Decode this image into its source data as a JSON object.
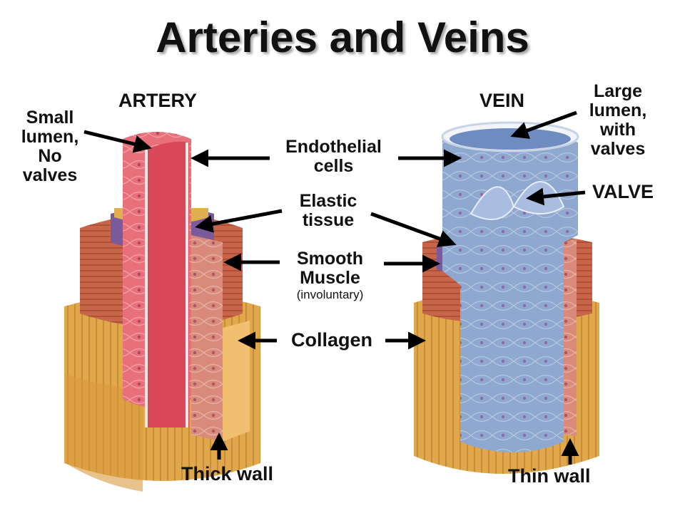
{
  "title": "Arteries and Veins",
  "labels": {
    "artery": "ARTERY",
    "vein": "VEIN",
    "small_lumen": [
      "Small",
      "lumen,",
      "No",
      "valves"
    ],
    "large_lumen": [
      "Large",
      "lumen,",
      "with",
      "valves"
    ],
    "valve": "VALVE",
    "endothelial": [
      "Endothelial",
      "cells"
    ],
    "elastic": [
      "Elastic",
      "tissue"
    ],
    "smooth_muscle": [
      "Smooth",
      "Muscle"
    ],
    "involuntary": "(involuntary)",
    "collagen": "Collagen",
    "thick_wall": "Thick wall",
    "thin_wall": "Thin wall"
  },
  "colors": {
    "artery_inner": "#e8707a",
    "artery_lumen": "#d9485a",
    "muscle": "#c8654a",
    "collagen": "#e0a84a",
    "elastic": "#7a5a9a",
    "vein_inner": "#8fa8d0",
    "vein_lumen": "#6f8cc0"
  }
}
